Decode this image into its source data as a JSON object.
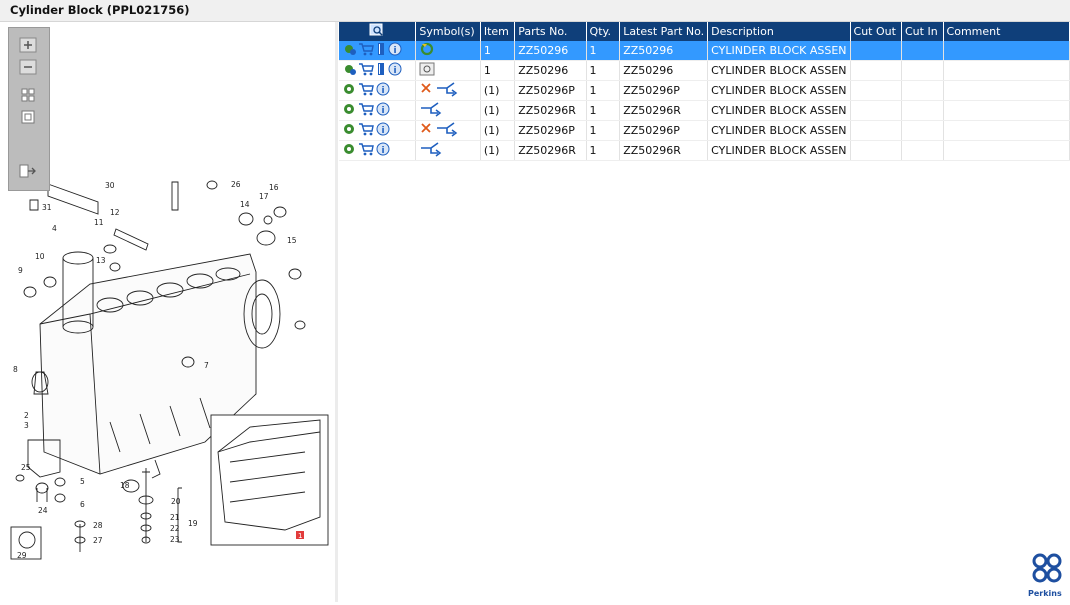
{
  "window": {
    "title": "Cylinder Block (PPL021756)"
  },
  "toolbar": {
    "buttons": [
      "zoom-in",
      "zoom-out",
      "fit-page",
      "actual-size",
      "next-page"
    ]
  },
  "diagram": {
    "callouts": [
      "1",
      "2",
      "3",
      "4",
      "5",
      "6",
      "7",
      "8",
      "9",
      "10",
      "11",
      "12",
      "13",
      "14",
      "15",
      "16",
      "17",
      "18",
      "19",
      "20",
      "21",
      "22",
      "23",
      "24",
      "25",
      "26",
      "27",
      "28",
      "29",
      "30",
      "31"
    ]
  },
  "grid": {
    "columns": [
      "",
      "Symbol(s)",
      "Item",
      "Parts No.",
      "Qty.",
      "Latest Part No.",
      "Description",
      "Cut Out",
      "Cut In",
      "Comment"
    ],
    "rows": [
      {
        "icons": [
          "options-icon",
          "cart-icon",
          "book-icon",
          "info-icon"
        ],
        "symbol": "recycle",
        "item": "1",
        "part": "ZZ50296",
        "qty": "1",
        "latest": "ZZ50296",
        "description": "CYLINDER BLOCK ASSEN",
        "cutout": "",
        "cutin": "",
        "comment": "",
        "selected": true
      },
      {
        "icons": [
          "options-icon",
          "cart-icon",
          "book-icon",
          "info-icon"
        ],
        "symbol": "illustration",
        "item": "1",
        "part": "ZZ50296",
        "qty": "1",
        "latest": "ZZ50296",
        "description": "CYLINDER BLOCK ASSEN",
        "cutout": "",
        "cutin": "",
        "comment": "",
        "selected": false
      },
      {
        "icons": [
          "gear-icon",
          "cart-icon",
          "info-icon"
        ],
        "symbol": "remove-branch",
        "item": "(1)",
        "part": "ZZ50296P",
        "qty": "1",
        "latest": "ZZ50296P",
        "description": "CYLINDER BLOCK ASSEN",
        "cutout": "",
        "cutin": "",
        "comment": "",
        "selected": false
      },
      {
        "icons": [
          "gear-icon",
          "cart-icon",
          "info-icon"
        ],
        "symbol": "branch",
        "item": "(1)",
        "part": "ZZ50296R",
        "qty": "1",
        "latest": "ZZ50296R",
        "description": "CYLINDER BLOCK ASSEN",
        "cutout": "",
        "cutin": "",
        "comment": "",
        "selected": false
      },
      {
        "icons": [
          "gear-icon",
          "cart-icon",
          "info-icon"
        ],
        "symbol": "remove-branch",
        "item": "(1)",
        "part": "ZZ50296P",
        "qty": "1",
        "latest": "ZZ50296P",
        "description": "CYLINDER BLOCK ASSEN",
        "cutout": "",
        "cutin": "",
        "comment": "",
        "selected": false
      },
      {
        "icons": [
          "gear-icon",
          "cart-icon",
          "info-icon"
        ],
        "symbol": "branch",
        "item": "(1)",
        "part": "ZZ50296R",
        "qty": "1",
        "latest": "ZZ50296R",
        "description": "CYLINDER BLOCK ASSEN",
        "cutout": "",
        "cutin": "",
        "comment": "",
        "selected": false
      }
    ]
  },
  "branding": {
    "logo_text": "Perkins",
    "logo_color": "#1e4fa0"
  },
  "colors": {
    "header": "#0f3f7a",
    "selected_row": "#3399ff"
  }
}
